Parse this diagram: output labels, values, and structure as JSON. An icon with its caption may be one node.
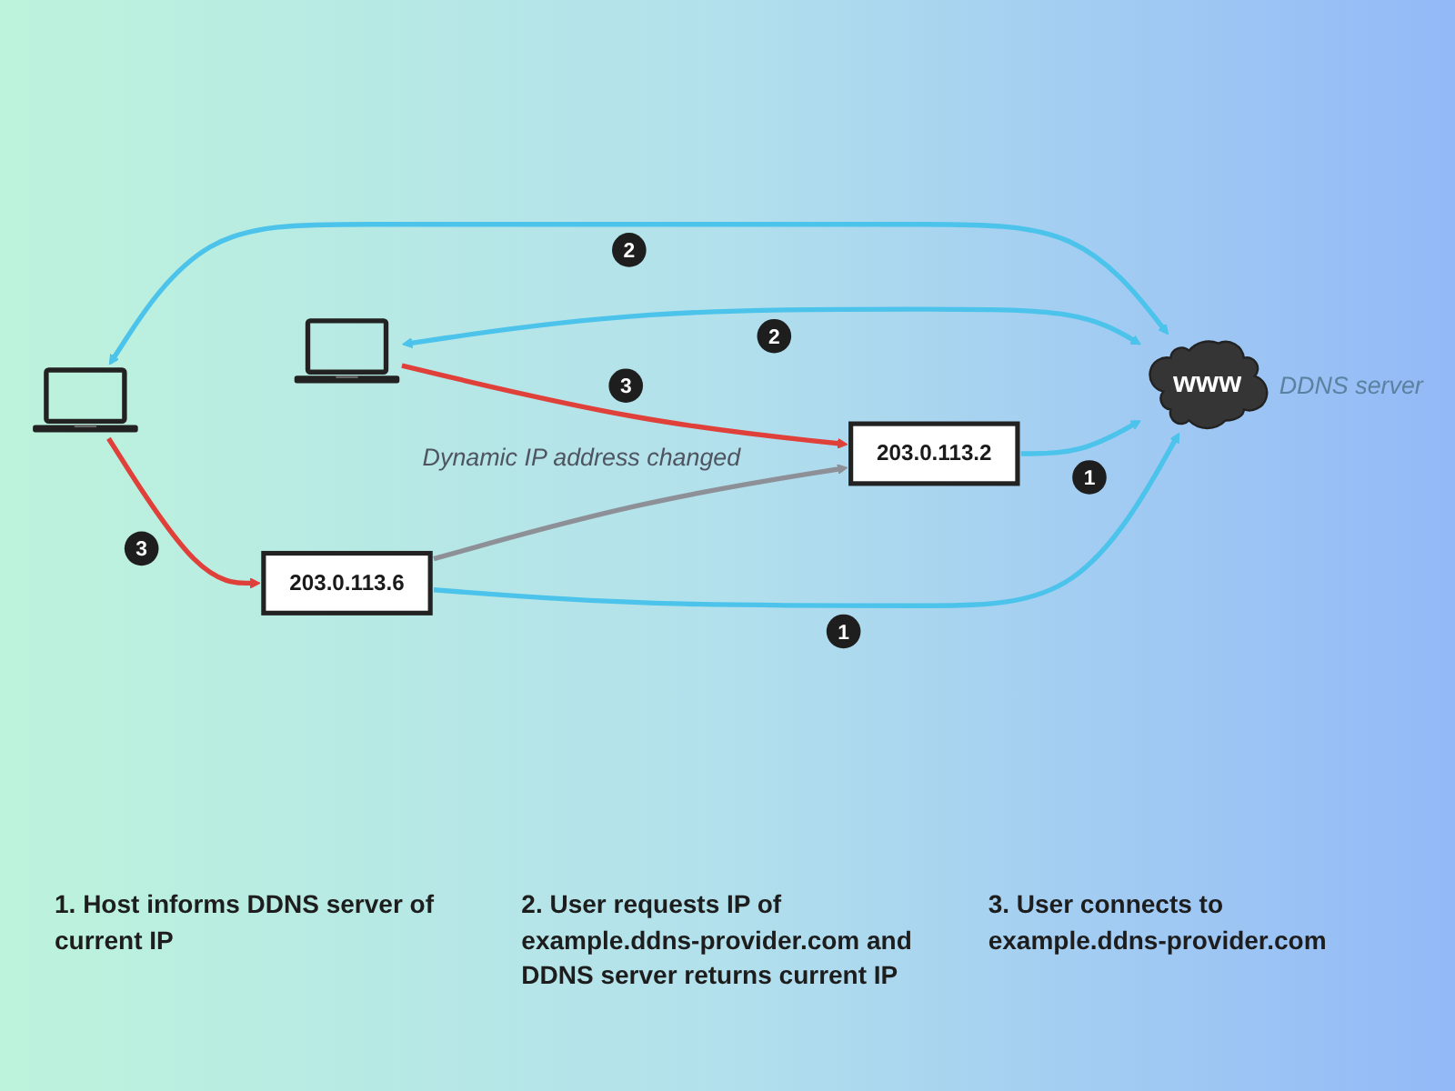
{
  "diagram": {
    "nodes": [
      {
        "text": [
          "203.0.113.6"
        ]
      },
      {
        "text": [
          "203.0.113.2"
        ]
      },
      {
        "text": [
          "www"
        ],
        "beside": [
          "DDNS server"
        ]
      },
      {
        "text": [],
        "shape": "picture"
      },
      {
        "text": [],
        "shape": "picture"
      }
    ],
    "edges": [
      {
        "from": 0,
        "to": 1,
        "arrow": "to",
        "label": "Dynamic IP address changed",
        "color": "#8e9098"
      },
      {
        "from": 0,
        "to": 2,
        "arrow": "to",
        "label": "1"
      },
      {
        "from": 1,
        "to": 2,
        "arrow": "to",
        "label": "1"
      },
      {
        "from": 3,
        "to": 2,
        "arrow": "both",
        "label": "2"
      },
      {
        "from": 4,
        "to": 2,
        "arrow": "both",
        "label": "2"
      },
      {
        "from": 3,
        "to": 0,
        "arrow": "to",
        "label": "3",
        "color": "#e0403a"
      },
      {
        "from": 4,
        "to": 1,
        "arrow": "to",
        "label": "3",
        "color": "#e0403a"
      }
    ],
    "labels": [
      "1. Host informs DDNS server of current IP",
      "2. User requests IP of example.ddns-provider.com and DDNS server returns current IP",
      "3. User connects to example.ddns-provider.com"
    ]
  }
}
